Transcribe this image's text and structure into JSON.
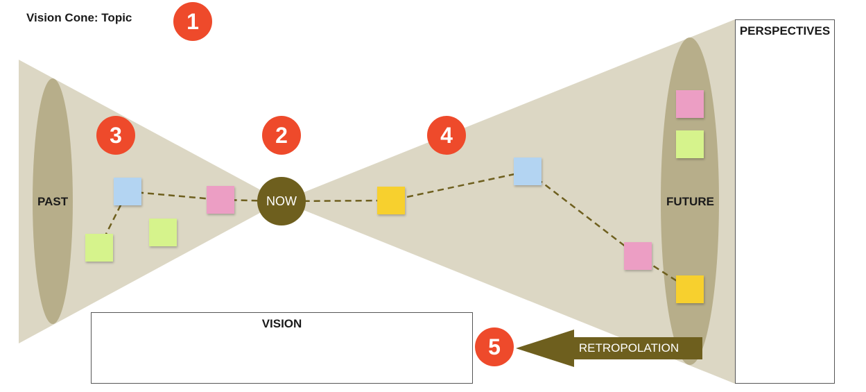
{
  "title": "Vision Cone: Topic",
  "labels": {
    "past": "PAST",
    "now": "NOW",
    "future": "FUTURE",
    "vision": "VISION",
    "perspectives": "PERSPECTIVES",
    "retropolation": "RETROPOLATION"
  },
  "badges": {
    "step1": "1",
    "step2": "2",
    "step3": "3",
    "step4": "4",
    "step5_perspectives": "5",
    "step5_retropolation": "5"
  },
  "colors": {
    "cone": "#dcd7c4",
    "ellipse": "#b7ae8a",
    "now": "#6e5f1e",
    "badge": "#ee4a2b",
    "note_blue": "#b3d4f2",
    "note_pink": "#ec9ec4",
    "note_green": "#d6f38c",
    "note_yellow": "#f7d02e",
    "dashed_line": "#6e5f1e"
  }
}
